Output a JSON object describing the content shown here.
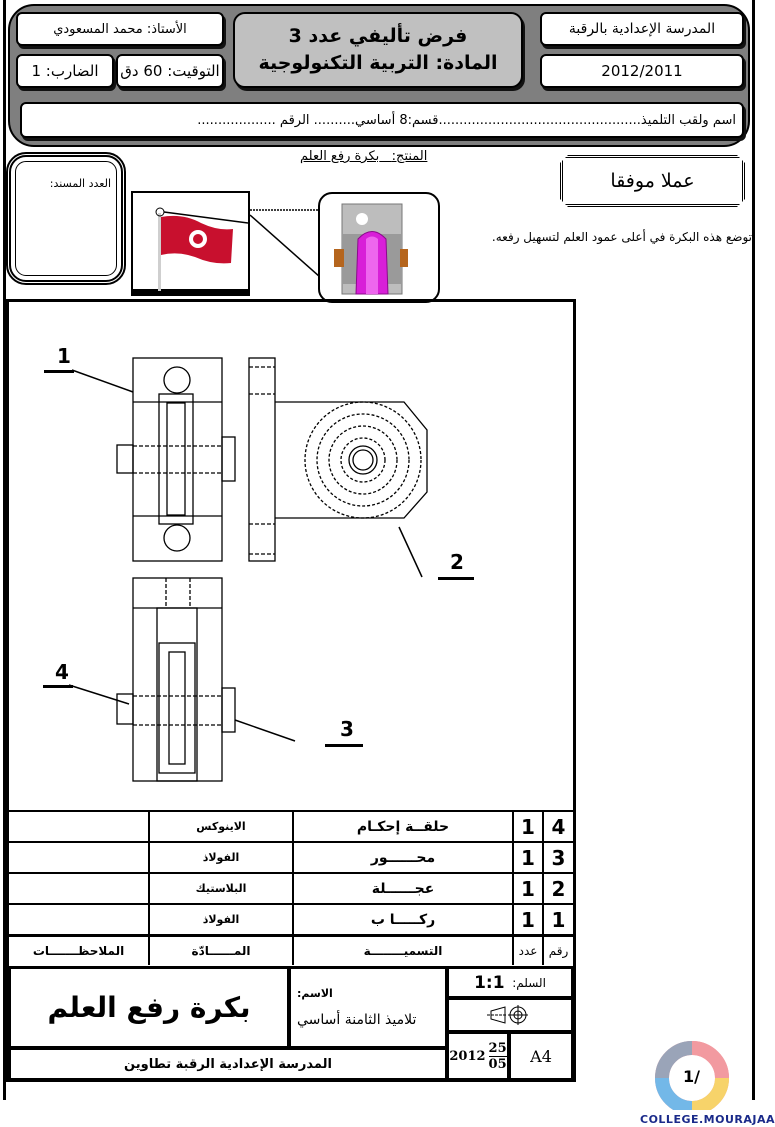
{
  "header": {
    "teacher": "الأستاذ: محمد المسعودي",
    "duration": "التوقيت: 60 دق",
    "coefficient": "الضارب: 1",
    "title_line1": "فرض تأليفي عدد 3",
    "title_line2": "المادة: التربية التكنولوجية",
    "school": "المدرسة الإعدادية بالرقبة",
    "school_year": "2012/2011",
    "student_name_label": "اسم ولقب التلميذ.................................................",
    "class_label": "قسم:8 أساسي.......... الرقم ..................."
  },
  "grade_box": {
    "label": "العدد المسند:"
  },
  "product": {
    "label": "المنتج:",
    "name": "بكرة رفع العلم",
    "banner": "عملا موفقا",
    "description": "توضع هذه البكرة في أعلى عمود العلم لتسهيل رفعه."
  },
  "callouts": [
    "1",
    "2",
    "3",
    "4"
  ],
  "parts_table": {
    "rows": [
      {
        "num": "4",
        "qty": "1",
        "name": "حلقــة إحكـام",
        "material": "الاينوكس",
        "notes": ""
      },
      {
        "num": "3",
        "qty": "1",
        "name": "محــــــور",
        "material": "الفولاذ",
        "notes": ""
      },
      {
        "num": "2",
        "qty": "1",
        "name": "عجــــــلة",
        "material": "البلاستيك",
        "notes": ""
      },
      {
        "num": "1",
        "qty": "1",
        "name": "ركـــــا ب",
        "material": "الفولاذ",
        "notes": ""
      }
    ],
    "headers": {
      "num": "رقم",
      "qty": "عدد",
      "name": "التسميــــــــة",
      "material": "المــــــادّة",
      "notes": "الملاحظـــــــات"
    }
  },
  "title_block": {
    "scale_label": "السلم:",
    "scale_value": "1:1",
    "drawing_title": "بكرة رفع العلم",
    "name_label": "الاسم:",
    "name_value": "تلاميذ الثامنة أساسي",
    "school": "المدرسة الإعدادية الرقبة تطاوين",
    "year": "2012",
    "day": "25",
    "month": "05",
    "format": "A4"
  },
  "footer": {
    "page": "1/",
    "site": "COLLEGE.MOURAJAA.COM"
  }
}
